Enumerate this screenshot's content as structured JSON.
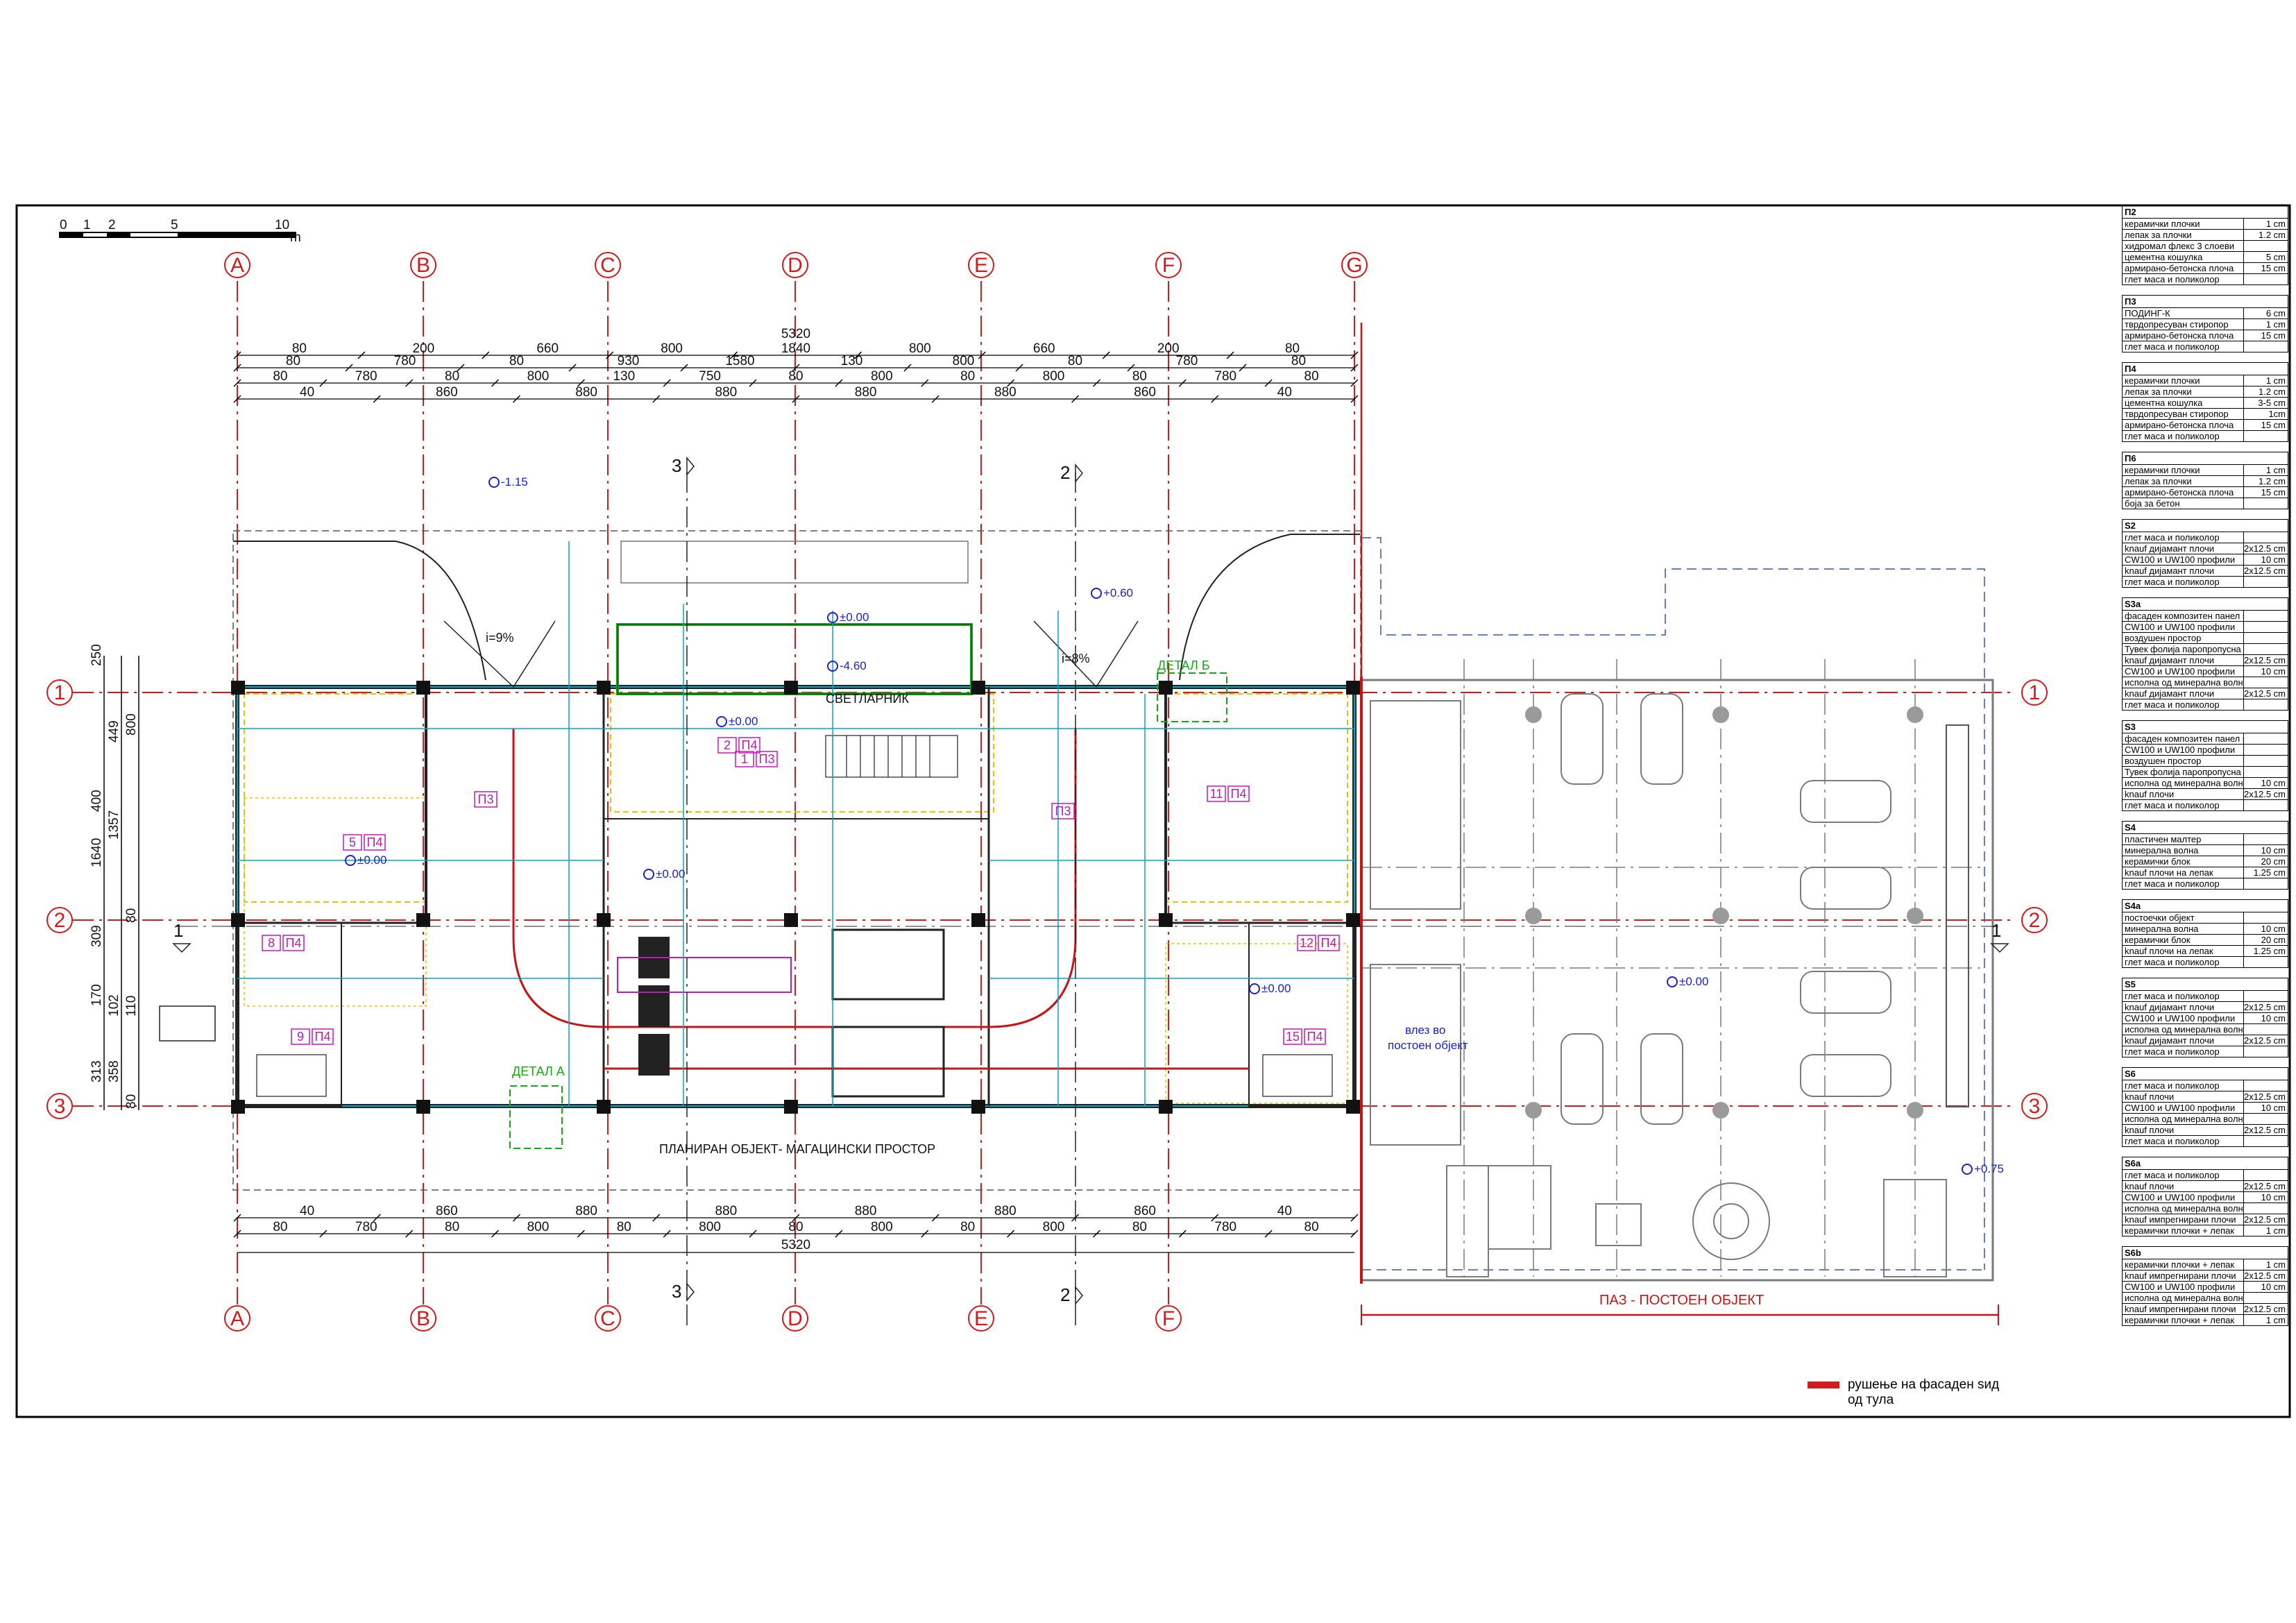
{
  "scale_bar": {
    "ticks": [
      "0",
      "1",
      "2",
      "5",
      "10"
    ],
    "unit": "m"
  },
  "grid": {
    "columns": [
      "A",
      "B",
      "C",
      "D",
      "E",
      "F",
      "G"
    ],
    "rows": [
      "1",
      "2",
      "3"
    ]
  },
  "dimensions": {
    "top": {
      "overall": "5320",
      "row1": [
        "80",
        "200",
        "660",
        "800",
        "1840",
        "800",
        "660",
        "200",
        "80"
      ],
      "row2": [
        "80",
        "780",
        "80",
        "930",
        "1580",
        "130",
        "800",
        "80",
        "780",
        "80"
      ],
      "row3": [
        "80",
        "780",
        "80",
        "800",
        "130",
        "750",
        "80",
        "800",
        "80",
        "800",
        "80",
        "780",
        "80"
      ],
      "row4": [
        "40",
        "860",
        "880",
        "880",
        "880",
        "880",
        "860",
        "40"
      ]
    },
    "bottom": {
      "row1": [
        "40",
        "860",
        "880",
        "880",
        "880",
        "880",
        "860",
        "40"
      ],
      "row2": [
        "80",
        "780",
        "80",
        "800",
        "80",
        "800",
        "80",
        "800",
        "80",
        "800",
        "80",
        "780",
        "80"
      ],
      "overall": "5320"
    },
    "left": {
      "outer": "1640",
      "segments": [
        "250",
        "449",
        "800",
        "1357",
        "400",
        "309",
        "80",
        "170",
        "102",
        "110",
        "358",
        "313",
        "80"
      ]
    }
  },
  "sections": {
    "s1": "1",
    "s2": "2",
    "s3": "3"
  },
  "levels": [
    "-1.15",
    "±0.00",
    "-4.60",
    "+0.60",
    "±0.00",
    "±0.00",
    "±0.00",
    "±0.00",
    "±0.00",
    "+0.75"
  ],
  "slopes": [
    "i=9%",
    "i=8%"
  ],
  "rooms": [
    {
      "num": "1",
      "floor": "П3"
    },
    {
      "num": "2",
      "floor": "П4"
    },
    {
      "num": "5",
      "floor": "П4"
    },
    {
      "num": "11",
      "floor": "П4"
    },
    {
      "num": "9",
      "floor": "П4"
    },
    {
      "num": "15",
      "floor": "П4"
    },
    {
      "num": "8",
      "floor": "П4"
    },
    {
      "num": "12",
      "floor": "П4"
    }
  ],
  "labels": {
    "skylight": "СВЕТЛАРНИК",
    "detail_a": "ДЕТАЛ А",
    "detail_b": "ДЕТАЛ Б",
    "planned": "ПЛАНИРАН ОБЈЕКТ- МАГАЦИНСКИ ПРОСТОР",
    "entrance": "влез во\nпостоен објект",
    "existing": "ПАЗ - ПОСТОЕН ОБЈЕКТ",
    "p3": "П3"
  },
  "demolition_legend": {
    "line1": "рушење на фасаден ѕид",
    "line2": "од тула"
  },
  "legend": [
    {
      "title": "П2",
      "rows": [
        [
          "керамички плочки",
          "1 cm"
        ],
        [
          "лепак за плочки",
          "1.2 cm"
        ],
        [
          "хидромал флекс 3 слоеви",
          ""
        ],
        [
          "цементна кошулка",
          "5 cm"
        ],
        [
          "армирано-бетонска плоча",
          "15 cm"
        ],
        [
          "глет маса и поликолор",
          ""
        ]
      ]
    },
    {
      "title": "П3",
      "rows": [
        [
          "ПОДИНГ-К",
          "6 cm"
        ],
        [
          "тврдопресуван стиропор",
          "1 cm"
        ],
        [
          "армирано-бетонска плоча",
          "15 cm"
        ],
        [
          "глет маса и поликолор",
          ""
        ]
      ]
    },
    {
      "title": "П4",
      "rows": [
        [
          "керамички плочки",
          "1 cm"
        ],
        [
          "лепак за плочки",
          "1.2 cm"
        ],
        [
          "цементна кошулка",
          "3-5 cm"
        ],
        [
          "тврдопресуван стиропор",
          "1cm"
        ],
        [
          "армирано-бетонска плоча",
          "15 cm"
        ],
        [
          "глет маса и поликолор",
          ""
        ]
      ]
    },
    {
      "title": "П6",
      "rows": [
        [
          "керамички плочки",
          "1 cm"
        ],
        [
          "лепак за плочки",
          "1.2 cm"
        ],
        [
          "армирано-бетонска плоча",
          "15 cm"
        ],
        [
          "боја за бетон",
          ""
        ]
      ]
    },
    {
      "title": "S2",
      "rows": [
        [
          "глет маса и поликолор",
          ""
        ],
        [
          "knauf дијамант плочи",
          "2x12.5 cm"
        ],
        [
          "CW100 и UW100 профили",
          "10 cm"
        ],
        [
          "knauf дијамант плочи",
          "2x12.5 cm"
        ],
        [
          "глет маса и поликолор",
          ""
        ]
      ]
    },
    {
      "title": "S3a",
      "rows": [
        [
          "фасаден композитен панел stucobond",
          ""
        ],
        [
          "CW100 и UW100 профили",
          ""
        ],
        [
          "воздушен простор",
          ""
        ],
        [
          "Тувек фолија паропропусна водонепропусна",
          ""
        ],
        [
          "knauf дијамант плочи",
          "2x12.5 cm"
        ],
        [
          "CW100 и UW100 профили",
          "10 cm"
        ],
        [
          "исполна од минерална волна",
          ""
        ],
        [
          "knauf дијамант плочи",
          "2x12.5 cm"
        ],
        [
          "глет маса и поликолор",
          ""
        ]
      ]
    },
    {
      "title": "S3",
      "rows": [
        [
          "фасаден композитен панел stucobond",
          ""
        ],
        [
          "CW100 и UW100 профили",
          ""
        ],
        [
          "воздушен простор",
          ""
        ],
        [
          "Тувек фолија паропропусна водонепропусна",
          ""
        ],
        [
          "исполна од минерална волна",
          "10 cm"
        ],
        [
          "knauf плочи",
          "2x12.5 cm"
        ],
        [
          "глет маса и поликолор",
          ""
        ]
      ]
    },
    {
      "title": "S4",
      "rows": [
        [
          "пластичен малтер",
          ""
        ],
        [
          "минерална волна",
          "10 cm"
        ],
        [
          "керамички блок",
          "20 cm"
        ],
        [
          "knauf плочи на лепак",
          "1.25 cm"
        ],
        [
          "глет маса и поликолор",
          ""
        ]
      ]
    },
    {
      "title": "S4a",
      "rows": [
        [
          "постоечки објект",
          ""
        ],
        [
          "минерална волна",
          "10 cm"
        ],
        [
          "керамички блок",
          "20 cm"
        ],
        [
          "knauf плочи на лепак",
          "1.25 cm"
        ],
        [
          "глет маса и поликолор",
          ""
        ]
      ]
    },
    {
      "title": "S5",
      "rows": [
        [
          "глет маса и поликолор",
          ""
        ],
        [
          "knauf дијамант плочи",
          "2x12.5 cm"
        ],
        [
          "CW100 и UW100 профили",
          "10 cm"
        ],
        [
          "исполна од минерална волна",
          ""
        ],
        [
          "knauf дијамант плочи",
          "2x12.5 cm"
        ],
        [
          "глет маса и поликолор",
          ""
        ]
      ]
    },
    {
      "title": "S6",
      "rows": [
        [
          "глет маса и поликолор",
          ""
        ],
        [
          "knauf плочи",
          "2x12.5 cm"
        ],
        [
          "CW100 и UW100 профили",
          "10 cm"
        ],
        [
          "исполна од минерална волна",
          ""
        ],
        [
          "knauf плочи",
          "2x12.5 cm"
        ],
        [
          "глет маса и поликолор",
          ""
        ]
      ]
    },
    {
      "title": "S6a",
      "rows": [
        [
          "глет маса и поликолор",
          ""
        ],
        [
          "knauf плочи",
          "2x12.5 cm"
        ],
        [
          "CW100 и UW100 профили",
          "10 cm"
        ],
        [
          "исполна од минерална волна",
          ""
        ],
        [
          "knauf импрегнирани плочи",
          "2x12.5 cm"
        ],
        [
          "керамички плочки + лепак",
          "1 cm"
        ]
      ]
    },
    {
      "title": "S6b",
      "rows": [
        [
          "керамички плочки + лепак",
          "1 cm"
        ],
        [
          "knauf импрегнирани плочи",
          "2x12.5 cm"
        ],
        [
          "CW100 и UW100 профили",
          "10 cm"
        ],
        [
          "исполна од минерална волна",
          ""
        ],
        [
          "knauf импрегнирани плочи",
          "2x12.5 cm"
        ],
        [
          "керамички плочки + лепак",
          "1 cm"
        ]
      ]
    }
  ],
  "colors": {
    "grid": "#d41a1a",
    "wall": "#00a8c8",
    "dim": "#111111",
    "level": "#1a22c8",
    "room": "#c218b8",
    "existing": "#7a7a7a",
    "hatch": "#e8c400",
    "green": "#11aa11"
  }
}
